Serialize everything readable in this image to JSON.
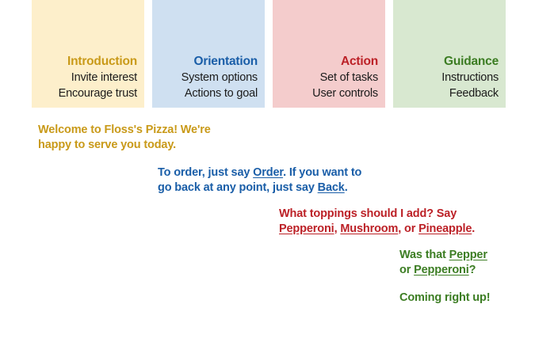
{
  "colors": {
    "introduction_bg": "#fdefcb",
    "introduction_fg": "#c99a19",
    "orientation_bg": "#cfe0f1",
    "orientation_fg": "#1a5ea8",
    "action_bg": "#f4cccc",
    "action_fg": "#bc2127",
    "guidance_bg": "#d8e8d0",
    "guidance_fg": "#3c7d23",
    "body_text": "#1b1b1b",
    "page_bg": "#ffffff"
  },
  "cards": [
    {
      "name": "introduction",
      "title": "Introduction",
      "lines": [
        "Invite interest",
        "Encourage trust"
      ]
    },
    {
      "name": "orientation",
      "title": "Orientation",
      "lines": [
        "System options",
        "Actions to goal"
      ]
    },
    {
      "name": "action",
      "title": "Action",
      "lines": [
        "Set of tasks",
        "User controls"
      ]
    },
    {
      "name": "guidance",
      "title": "Guidance",
      "lines": [
        "Instructions",
        "Feedback"
      ]
    }
  ],
  "conversation": {
    "introduction": {
      "line1": "Welcome to Floss's Pizza! We're",
      "line2": "happy to serve you today."
    },
    "orientation": {
      "line1_a": "To order, just say ",
      "line1_kw": "Order",
      "line1_b": ". If you want to",
      "line2_a": "go back at any point, just say ",
      "line2_kw": "Back",
      "line2_b": "."
    },
    "action": {
      "line1": "What toppings should I add? Say",
      "line2_kw1": "Pepperoni",
      "line2_sep1": ", ",
      "line2_kw2": "Mushroom",
      "line2_sep2": ", or ",
      "line2_kw3": "Pineapple",
      "line2_end": "."
    },
    "guidance_confirm": {
      "line1_a": "Was that ",
      "line1_kw": "Pepper",
      "line2_a": "or ",
      "line2_kw": "Pepperoni",
      "line2_b": "?"
    },
    "guidance_done": {
      "line1": "Coming right up!"
    }
  }
}
